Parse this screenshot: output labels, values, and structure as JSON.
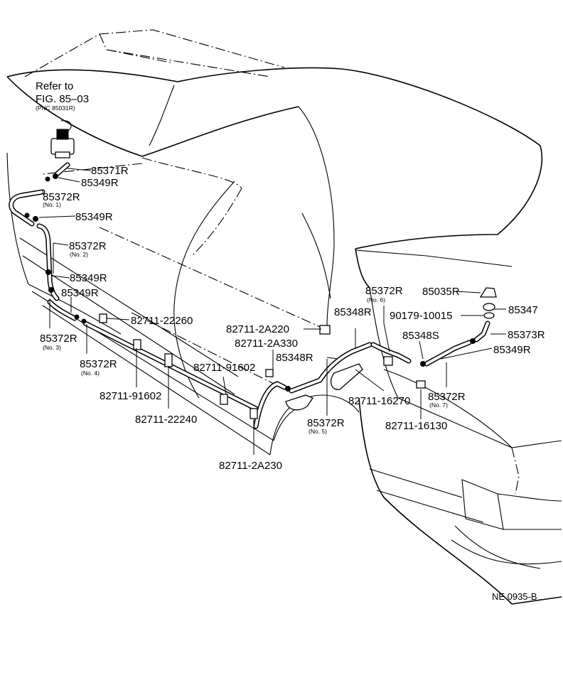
{
  "diagram": {
    "reference": {
      "line1": "Refer to",
      "line2": "FIG. 85–03",
      "line3": "(PNC 85031R)"
    },
    "drawing_code": "NE 0935-B",
    "labels": [
      {
        "id": "l-85371r",
        "text": "85371R"
      },
      {
        "id": "l-85349r-a",
        "text": "85349R"
      },
      {
        "id": "l-85372r-1",
        "text": "85372R",
        "sub": "(No. 1)"
      },
      {
        "id": "l-85349r-b",
        "text": "85349R"
      },
      {
        "id": "l-85372r-2",
        "text": "85372R",
        "sub": "(No. 2)"
      },
      {
        "id": "l-85349r-c",
        "text": "85349R"
      },
      {
        "id": "l-85349r-d",
        "text": "85349R"
      },
      {
        "id": "l-85372r-3",
        "text": "85372R",
        "sub": "(No. 3)"
      },
      {
        "id": "l-82711-22260",
        "text": "82711-22260"
      },
      {
        "id": "l-85372r-4",
        "text": "85372R",
        "sub": "(No. 4)"
      },
      {
        "id": "l-82711-91602-a",
        "text": "82711-91602"
      },
      {
        "id": "l-82711-22240",
        "text": "82711-22240"
      },
      {
        "id": "l-82711-91602-b",
        "text": "82711-91602"
      },
      {
        "id": "l-82711-2a230",
        "text": "82711-2A230"
      },
      {
        "id": "l-82711-2a220",
        "text": "82711-2A220"
      },
      {
        "id": "l-82711-2a330",
        "text": "82711-2A330"
      },
      {
        "id": "l-85348r-a",
        "text": "85348R"
      },
      {
        "id": "l-85372r-5",
        "text": "85372R",
        "sub": "(No. 5)"
      },
      {
        "id": "l-85348r-b",
        "text": "85348R"
      },
      {
        "id": "l-85372r-6",
        "text": "85372R",
        "sub": "(No. 6)"
      },
      {
        "id": "l-82711-16270",
        "text": "82711-16270"
      },
      {
        "id": "l-85035r",
        "text": "85035R"
      },
      {
        "id": "l-90179-10015",
        "text": "90179-10015"
      },
      {
        "id": "l-85347",
        "text": "85347"
      },
      {
        "id": "l-85348s",
        "text": "85348S"
      },
      {
        "id": "l-85373r",
        "text": "85373R"
      },
      {
        "id": "l-85349r-e",
        "text": "85349R"
      },
      {
        "id": "l-85372r-7",
        "text": "85372R",
        "sub": "(No. 7)"
      },
      {
        "id": "l-82711-16130",
        "text": "82711-16130"
      }
    ]
  }
}
